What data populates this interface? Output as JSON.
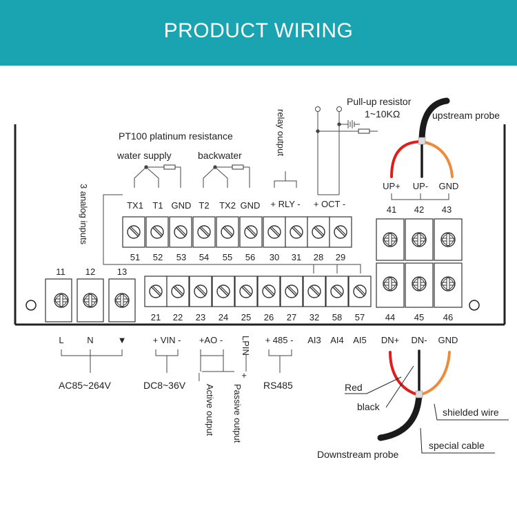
{
  "banner": {
    "title": "PRODUCT WIRING"
  },
  "colors": {
    "banner": "#1aa3b1",
    "red_wire": "#e01c1c",
    "orange_wire": "#ef8a3a",
    "black_wire": "#1b1b1b"
  },
  "labels": {
    "pt100": "PT100 platinum resistance",
    "water_supply": "water supply",
    "backwater": "backwater",
    "analog_inputs": "3 analog inputs",
    "relay_output": "relay output",
    "pullup_line1": "Pull-up resistor",
    "pullup_line2": "1~10KΩ",
    "upstream_probe": "upstream probe",
    "downstream_probe": "Downstream probe",
    "red": "Red",
    "black": "black",
    "shielded_wire": "shielded wire",
    "special_cable": "special cable",
    "ac_range": "AC85~264V",
    "dc_range": "DC8~36V",
    "rs485": "RS485",
    "active_output": "Active output",
    "passive_output": "Passive output",
    "minus": "—",
    "plus": "+"
  },
  "top_terminals": {
    "names": [
      "TX1",
      "T1",
      "GND",
      "T2",
      "TX2",
      "GND",
      "+ RLY -",
      "+ OCT -"
    ],
    "numbers": [
      "51",
      "52",
      "53",
      "54",
      "55",
      "56",
      "30",
      "31",
      "28",
      "29"
    ]
  },
  "bottom_terminals": {
    "numbers": [
      "11",
      "12",
      "13",
      "21",
      "22",
      "23",
      "24",
      "25",
      "26",
      "27",
      "32",
      "58",
      "57"
    ],
    "names": [
      "L",
      "N",
      "▼",
      "+ VIN -",
      "+AO -",
      "LPIN",
      "+ 485 -",
      "AI3",
      "AI4",
      "AI5"
    ]
  },
  "probe_terminals": {
    "up_names": [
      "UP+",
      "UP-",
      "GND"
    ],
    "up_numbers": [
      "41",
      "42",
      "43"
    ],
    "down_numbers": [
      "44",
      "45",
      "46"
    ],
    "down_names": [
      "DN+",
      "DN-",
      "GND"
    ]
  }
}
